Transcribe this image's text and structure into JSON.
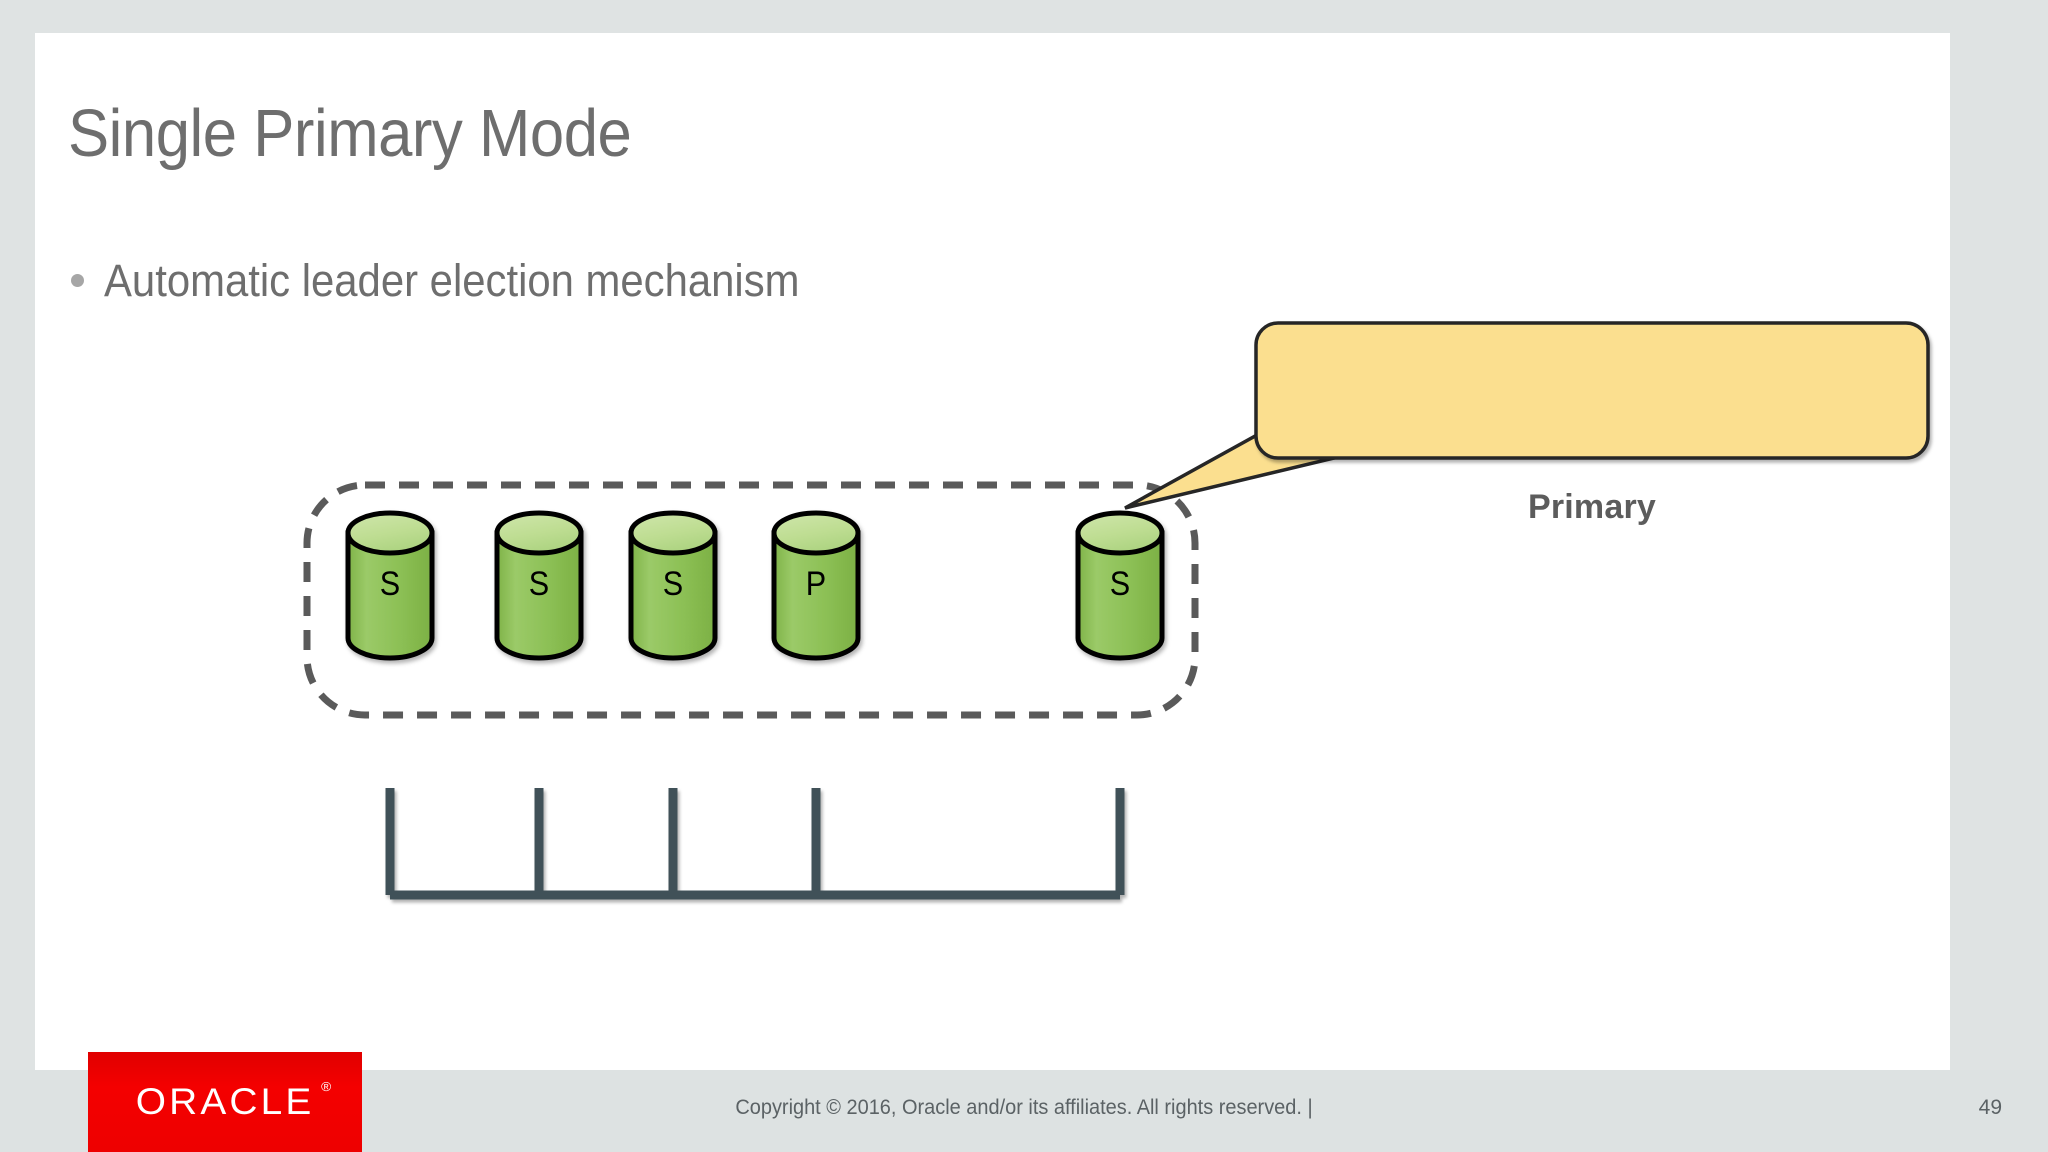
{
  "slide": {
    "title": "Single Primary Mode",
    "bullets": [
      "Automatic leader election mechanism"
    ],
    "source_url": "http://mysqlhighavailability.com/mysql-group-replication-for-mysql-5-7-15/"
  },
  "callout": {
    "label": "Primary",
    "fill_color": "#fbdf8f",
    "border_color": "#262626"
  },
  "cluster": {
    "border_style": "dashed",
    "border_color": "#5a5a5a",
    "bus_line_color": "#3f5159",
    "nodes": [
      {
        "label": "S",
        "role": "secondary"
      },
      {
        "label": "S",
        "role": "secondary"
      },
      {
        "label": "S",
        "role": "secondary"
      },
      {
        "label": "P",
        "role": "primary"
      },
      {
        "label": "S",
        "role": "secondary"
      }
    ],
    "node_fill_color": "#8cbf55",
    "node_top_color": "#c3de9a",
    "node_outline_color": "#000000"
  },
  "footer": {
    "logo_text": "ORACLE",
    "logo_reg": "®",
    "logo_color": "#ee0000",
    "copyright": "Copyright © 2016, Oracle and/or its affiliates. All rights reserved.  |",
    "page_number": "49"
  }
}
